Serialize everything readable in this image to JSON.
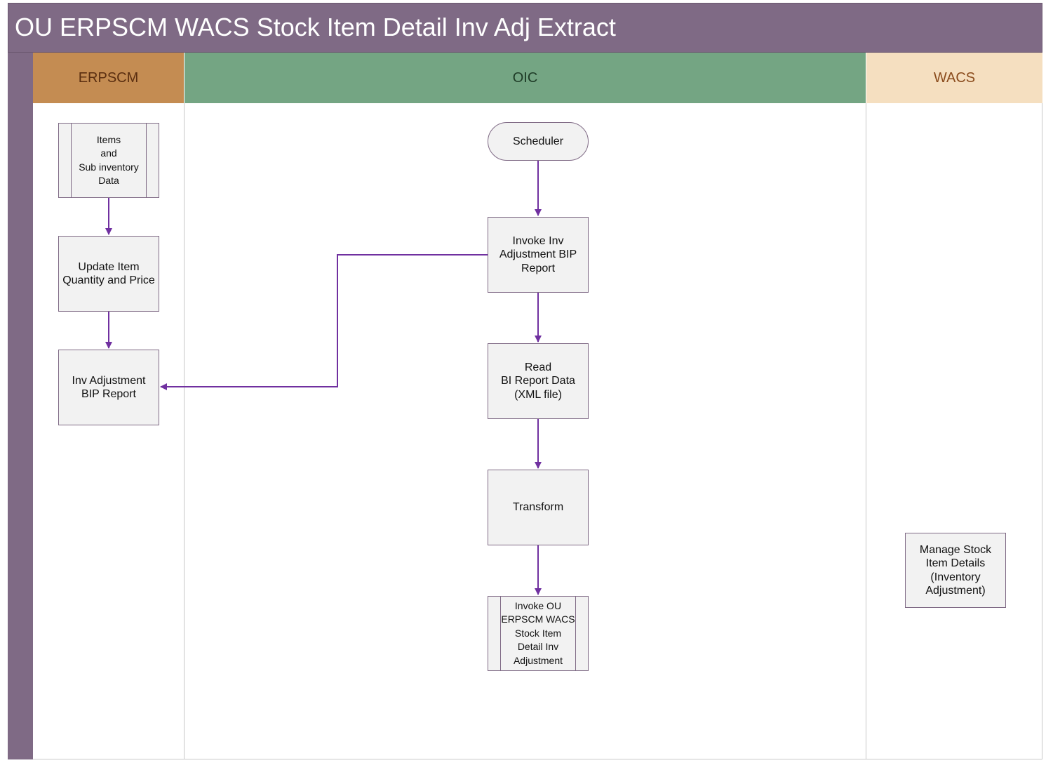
{
  "title": "OU ERPSCM WACS Stock Item Detail Inv Adj Extract",
  "colors": {
    "title_bar": "#7f6a85",
    "erpscm_header": "#c48c52",
    "oic_header": "#74a583",
    "wacs_header": "#f5dfc0",
    "connector": "#7030a0"
  },
  "lanes": {
    "erpscm": "ERPSCM",
    "oic": "OIC",
    "wacs": "WACS"
  },
  "nodes": {
    "items_data": "Items\nand\nSub inventory\nData",
    "update_item": "Update Item\nQuantity and Price",
    "inv_adjustment_report": "Inv Adjustment\nBIP Report",
    "scheduler": "Scheduler",
    "invoke_inv_adjustment": "Invoke Inv\nAdjustment BIP\nReport",
    "read_bi_report": "Read\nBI Report Data\n(XML file)",
    "transform": "Transform",
    "invoke_ou_erpscm": "Invoke OU\nERPSCM WACS\nStock Item\nDetail Inv\nAdjustment",
    "manage_stock_item": "Manage Stock\nItem Details\n(Inventory\nAdjustment)"
  }
}
